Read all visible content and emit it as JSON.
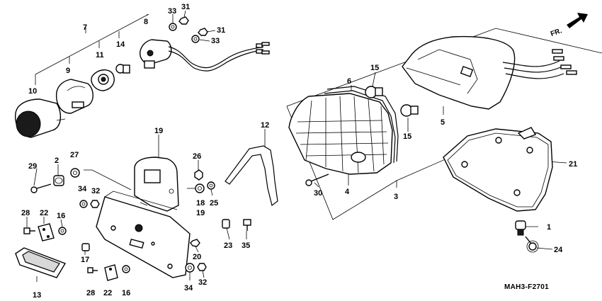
{
  "diagram_code": "MAH3-F2701",
  "direction_label": "FR.",
  "callouts": {
    "c1": "1",
    "c2": "2",
    "c3": "3",
    "c4": "4",
    "c5": "5",
    "c6": "6",
    "c7": "7",
    "c8": "8",
    "c9": "9",
    "c10": "10",
    "c11": "11",
    "c12": "12",
    "c13": "13",
    "c14": "14",
    "c15a": "15",
    "c15b": "15",
    "c16a": "16",
    "c16b": "16",
    "c17": "17",
    "c18": "18",
    "c19a": "19",
    "c19b": "19",
    "c20": "20",
    "c21": "21",
    "c22a": "22",
    "c22b": "22",
    "c23": "23",
    "c24": "24",
    "c25": "25",
    "c26": "26",
    "c27": "27",
    "c28a": "28",
    "c28b": "28",
    "c29": "29",
    "c30": "30",
    "c31a": "31",
    "c31b": "31",
    "c32a": "32",
    "c32b": "32",
    "c33a": "33",
    "c33b": "33",
    "c34a": "34",
    "c34b": "34",
    "c35": "35"
  }
}
